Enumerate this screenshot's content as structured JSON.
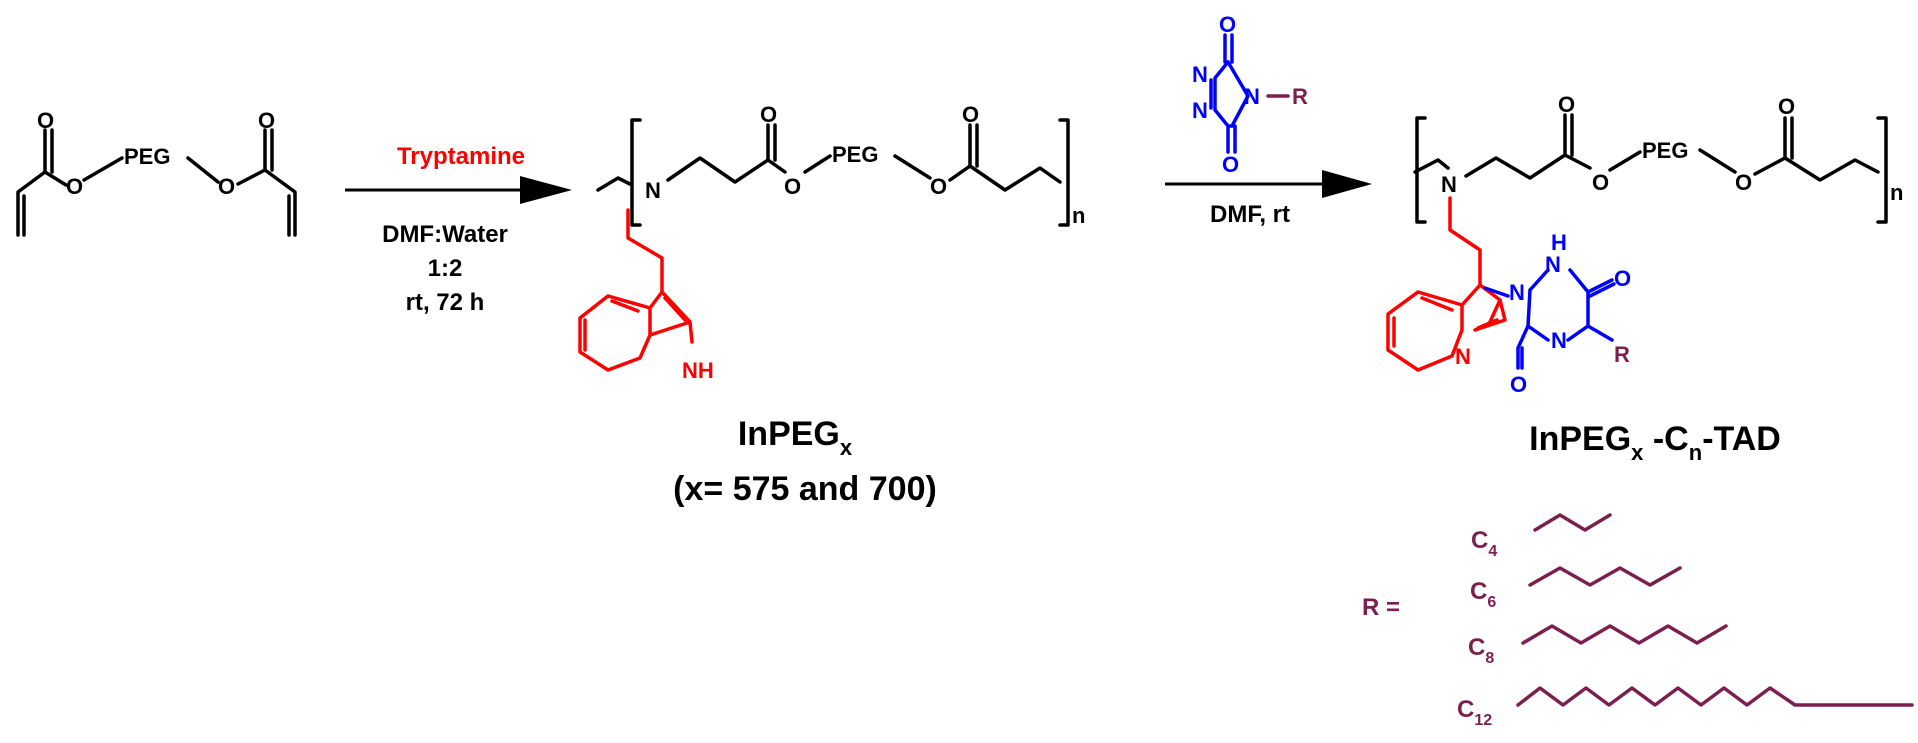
{
  "colors": {
    "reagent": "#ff0000",
    "tad": "#0000ff",
    "alkyl": "#7a1f4e",
    "bond": "#000000"
  },
  "atoms": {
    "O": "O",
    "N": "N",
    "NH": "NH",
    "H": "H",
    "PEG": "PEG",
    "R": "R",
    "n": "n"
  },
  "step1": {
    "reagent": "Tryptamine",
    "solvent": "DMF:Water",
    "ratio": "1:2",
    "conditions": "rt, 72 h"
  },
  "step2": {
    "conditions": "DMF, rt",
    "tad_substituent": "N–R"
  },
  "product1": {
    "name_main": "InPEG",
    "name_sub": "x",
    "note": "(x= 575 and 700)"
  },
  "product2": {
    "name_a": "InPEG",
    "name_a_sub": "x",
    "name_b": " -C",
    "name_b_sub": "n",
    "name_c": "-TAD"
  },
  "r_groups": {
    "label": "R =",
    "items": [
      {
        "prefix": "C",
        "sub": "4"
      },
      {
        "prefix": "C",
        "sub": "6"
      },
      {
        "prefix": "C",
        "sub": "8"
      },
      {
        "prefix": "C",
        "sub": "12"
      }
    ]
  }
}
